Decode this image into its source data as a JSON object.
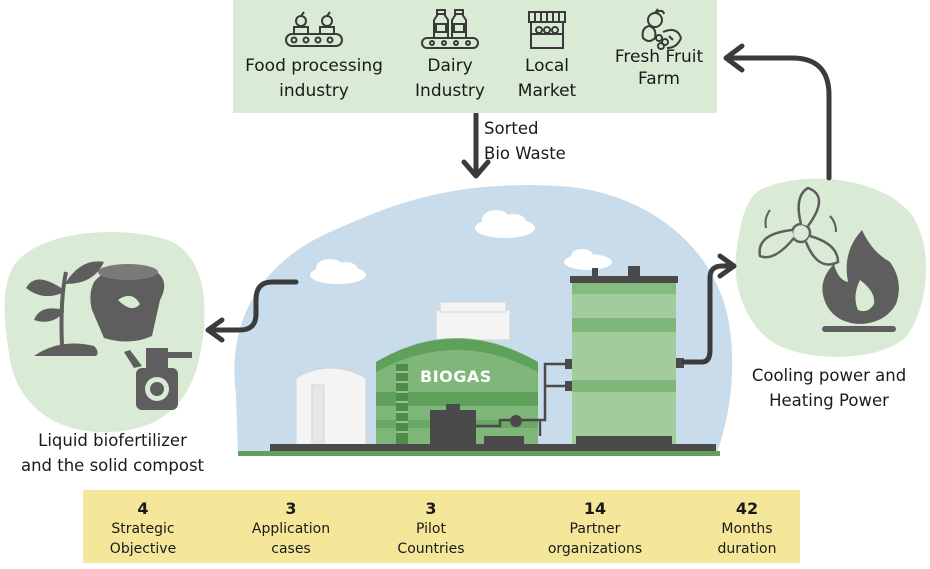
{
  "sources": [
    {
      "label": "Food processing\nindustry",
      "icon": "conveyor-apples-icon"
    },
    {
      "label": "Dairy\nIndustry",
      "icon": "milk-bottles-icon"
    },
    {
      "label": "Local\nMarket",
      "icon": "market-stall-icon"
    },
    {
      "label": "Fresh Fruit\nFarm",
      "icon": "fruit-basket-icon"
    }
  ],
  "flow": {
    "sorted_label": "Sorted\nBio Waste",
    "plant_sign": "BIOGAS"
  },
  "outputs": {
    "fertilizer_label": "Liquid biofertilizer\nand the solid compost",
    "energy_label": "Cooling power and\nHeating Power"
  },
  "stats": [
    {
      "value": "4",
      "label": "Strategic\nObjective"
    },
    {
      "value": "3",
      "label": "Application\ncases"
    },
    {
      "value": "3",
      "label": "Pilot\nCountries"
    },
    {
      "value": "14",
      "label": "Partner\norganizations"
    },
    {
      "value": "42",
      "label": "Months\nduration"
    }
  ],
  "colors": {
    "panel_green": "#d9ead5",
    "sky_blue": "#c8dcec",
    "tank_green": "#7fb77a",
    "tank_dark_green": "#5fa05a",
    "icon_gray": "#5e5e5e",
    "stats_yellow": "#f5e79a"
  }
}
